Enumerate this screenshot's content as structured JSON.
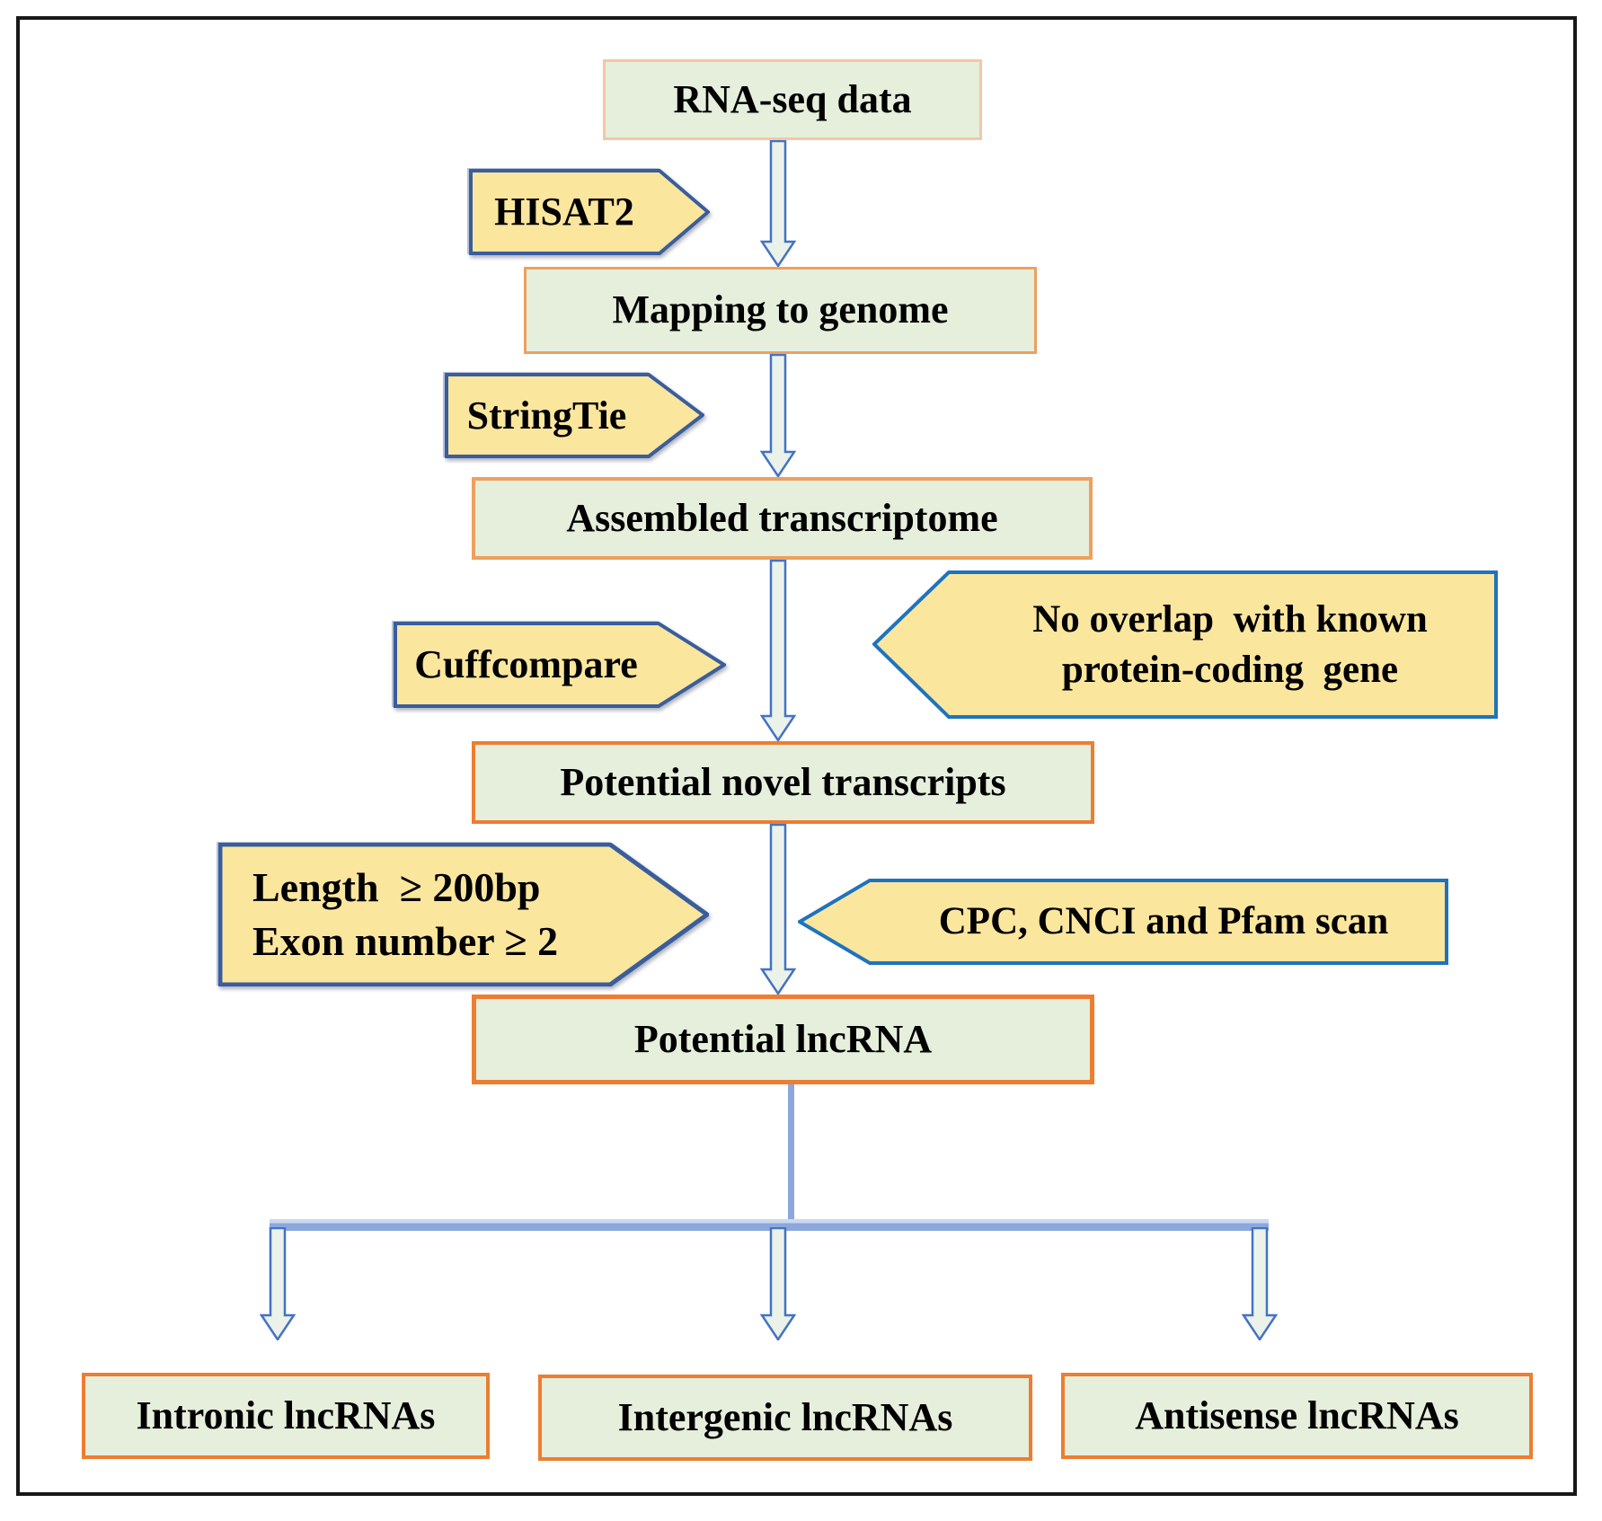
{
  "figure": {
    "type": "flowchart",
    "description": "lncRNA identification pipeline from RNA-seq data"
  },
  "diagram": {
    "steps": {
      "rna_seq": "RNA-seq data",
      "mapping": "Mapping to genome",
      "assembled": "Assembled transcriptome",
      "novel": "Potential novel transcripts",
      "lncrna": "Potential lncRNA"
    },
    "tools": {
      "hisat2": "HISAT2",
      "stringtie": "StringTie",
      "cuffcompare": "Cuffcompare"
    },
    "filters": {
      "no_overlap_line1": "No overlap  with known",
      "no_overlap_line2": "protein-coding  gene",
      "length_line1": "Length  ≥ 200bp",
      "length_line2": "Exon number ≥ 2",
      "coding_scan": "CPC, CNCI and Pfam scan"
    },
    "outputs": {
      "intronic": "Intronic lncRNAs",
      "intergenic": "Intergenic lncRNAs",
      "antisense": "Antisense lncRNAs"
    }
  },
  "palette": {
    "box_fill": "#e5efdc",
    "box_border_light": "#f5c6a3",
    "box_border_mid": "#eda05f",
    "box_border_strong": "#ed7d31",
    "callout_fill": "#fbe69e",
    "callout_border_dark": "#3a5d9c",
    "callout_border_blue": "#1e73be",
    "arrow_outline": "#4472c4",
    "arrow_fill": "#eaf2ea",
    "connector": "#8aa8dc",
    "frame_border": "#181818",
    "text": "#000000"
  }
}
